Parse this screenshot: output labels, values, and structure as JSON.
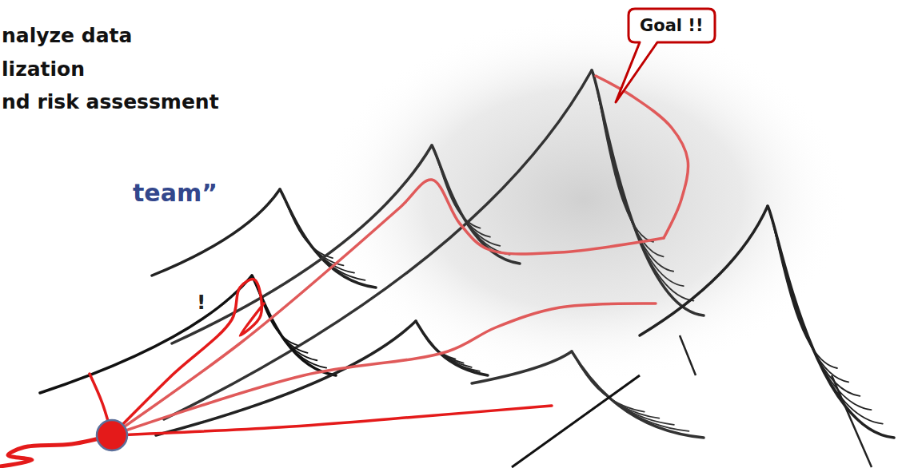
{
  "diagram": {
    "nodes": [
      {
        "text": [
          "Goal !!"
        ]
      }
    ],
    "labels": [
      "nalyze data",
      "lization",
      "nd risk assessment",
      "team”",
      "!"
    ]
  }
}
